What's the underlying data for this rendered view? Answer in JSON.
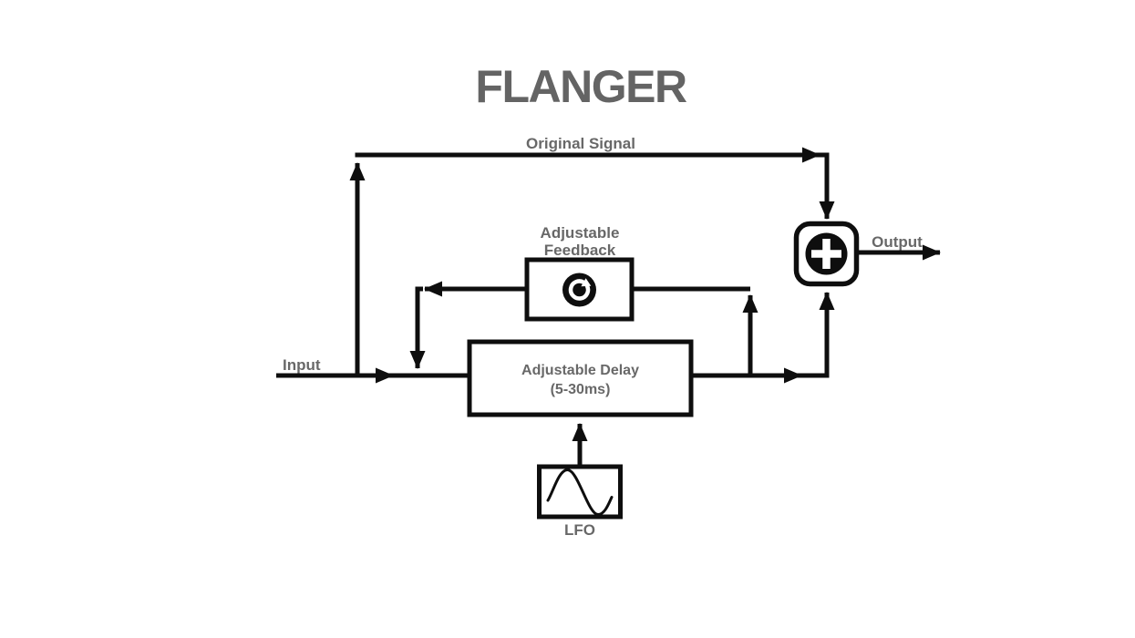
{
  "title": "FLANGER",
  "colors": {
    "line": "#0e0e0e",
    "title_text": "#646464",
    "label_text": "#686868",
    "box_fill": "#ffffff",
    "background": "#ffffff"
  },
  "labels": {
    "original_signal": "Original Signal",
    "input": "Input",
    "output": "Output"
  },
  "blocks": {
    "feedback": {
      "line1": "Adjustable",
      "line2": "Feedback",
      "icon": "rotate-clockwise-icon"
    },
    "delay": {
      "line1": "Adjustable Delay",
      "line2": "(5-30ms)"
    },
    "lfo": {
      "label": "LFO",
      "icon": "sine-wave-icon"
    },
    "sum": {
      "icon": "plus-icon"
    }
  }
}
